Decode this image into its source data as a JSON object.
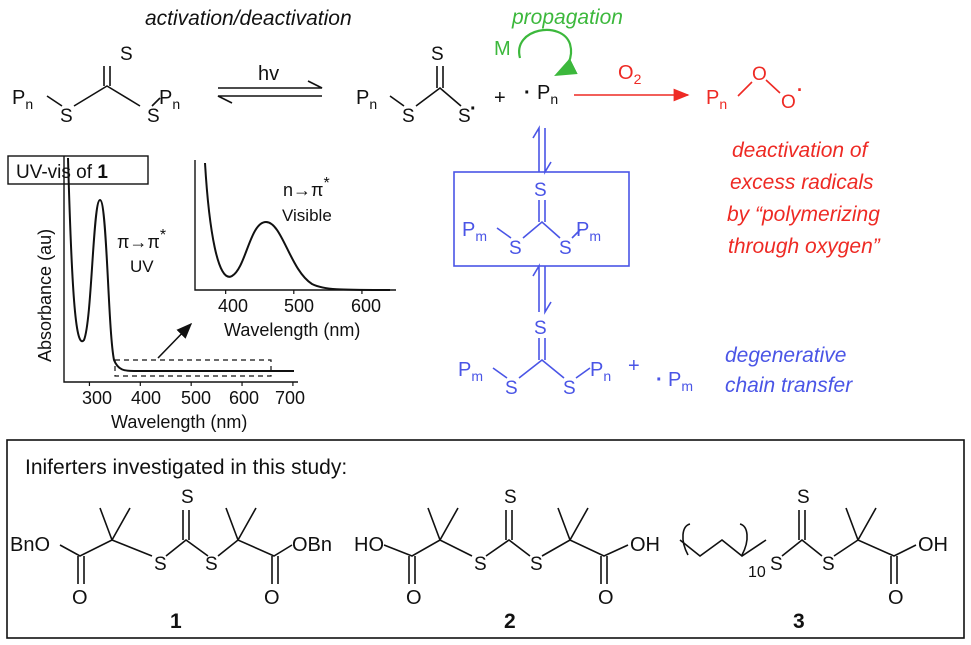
{
  "scheme": {
    "activation_title": "activation/deactivation",
    "propagation_title": "propagation",
    "monomer": "M",
    "hv": "hv",
    "o2": "O",
    "o2_sub": "2",
    "plus": "+",
    "radical_dot": "·",
    "atom_P": "P",
    "sub_n": "n",
    "sub_m": "m",
    "atom_S": "S",
    "atom_O": "O",
    "red_note": [
      "deactivation of",
      "excess radicals",
      "by “polymerizing",
      "through oxygen”"
    ],
    "blue_note": [
      "degenerative",
      "chain transfer"
    ],
    "colors": {
      "red": "#ee2a24",
      "green": "#3cb83c",
      "blue": "#4a55e6",
      "black": "#111111"
    }
  },
  "spectra": {
    "main": {
      "title_prefix": "UV-vis of ",
      "title_bold": "1",
      "ylabel": "Absorbance (au)",
      "xlabel": "Wavelength (nm)",
      "xticks": [
        "300",
        "400",
        "500",
        "600",
        "700"
      ],
      "xlim": [
        250,
        710
      ],
      "peak_label_transition": "π→π",
      "peak_label_band": "UV"
    },
    "inset": {
      "xlabel": "Wavelength (nm)",
      "xticks": [
        "400",
        "500",
        "600"
      ],
      "xlim": [
        355,
        650
      ],
      "peak_label_transition": "n→π",
      "peak_label_band": "Visible"
    },
    "star": "*"
  },
  "iniferters": {
    "heading": "Iniferters investigated in this study:",
    "bn": "BnO",
    "obn": "OBn",
    "ho": "HO",
    "oh": "OH",
    "ten": "10",
    "compound_labels": [
      "1",
      "2",
      "3"
    ]
  }
}
